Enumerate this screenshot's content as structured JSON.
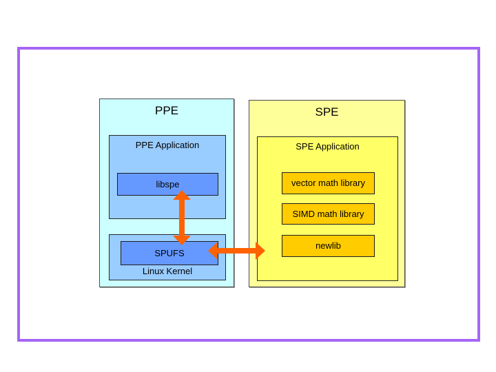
{
  "canvas": {
    "background": "#FFFFFF"
  },
  "frame": {
    "border_color": "#A566F5"
  },
  "colors": {
    "ppe_outer_fill": "#CCFFFF",
    "ppe_inner_fill": "#99CCFF",
    "blue_chip_fill": "#6699FF",
    "spe_outer_fill": "#FFFF99",
    "spe_inner_fill": "#FFFF66",
    "gold_chip_fill": "#FFCC00",
    "arrow_color": "#FF6200"
  },
  "diagram": {
    "ppe": {
      "title": "PPE",
      "application": {
        "title": "PPE Application",
        "children": [
          {
            "label": "libspe"
          }
        ]
      },
      "kernel": {
        "title": "Linux Kernel",
        "children": [
          {
            "label": "SPUFS"
          }
        ]
      }
    },
    "spe": {
      "title": "SPE",
      "application": {
        "title": "SPE Application",
        "children": [
          {
            "label": "vector math library"
          },
          {
            "label": "SIMD math library"
          },
          {
            "label": "newlib"
          }
        ]
      }
    },
    "arrows": [
      {
        "name": "libspe-spufs",
        "direction": "vertical",
        "style": "double-headed"
      },
      {
        "name": "spufs-spe",
        "direction": "horizontal",
        "style": "double-headed"
      }
    ]
  }
}
